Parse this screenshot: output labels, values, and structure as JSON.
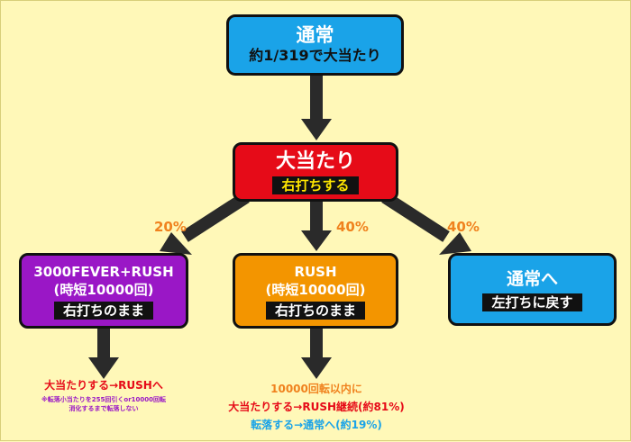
{
  "nodes": {
    "normal": {
      "title": "通常",
      "subtitle": "約1/319で大当たり"
    },
    "jackpot": {
      "title": "大当たり",
      "tag": "右打ちする"
    },
    "fever": {
      "line1": "3000FEVER+RUSH",
      "line2": "(時短10000回)",
      "tag": "右打ちのまま"
    },
    "rush": {
      "line1": "RUSH",
      "line2": "(時短10000回)",
      "tag": "右打ちのまま"
    },
    "return": {
      "title": "通常へ",
      "tag": "左打ちに戻す"
    }
  },
  "branches": {
    "left": "20%",
    "center": "40%",
    "right": "40%"
  },
  "fever_result": {
    "main": "大当たりする→RUSHへ",
    "note_line1": "※転落小当たりを255回引くor10000回転",
    "note_line2": "消化するまで転落しない"
  },
  "rush_result": {
    "line1": "10000回転以内に",
    "line2": "大当たりする→RUSH継続(約81%)",
    "line3": "転落する→通常へ(約19%)"
  },
  "colors": {
    "background": "#fff8b8",
    "normal_box": "#1aa3e8",
    "jackpot_box": "#e60b18",
    "fever_box": "#9a17c6",
    "rush_box": "#f39500",
    "percent_text": "#f0821e",
    "jackpot_text": "#e60b18",
    "fall_text": "#1aa3e8",
    "note_text": "#9a17c6"
  }
}
